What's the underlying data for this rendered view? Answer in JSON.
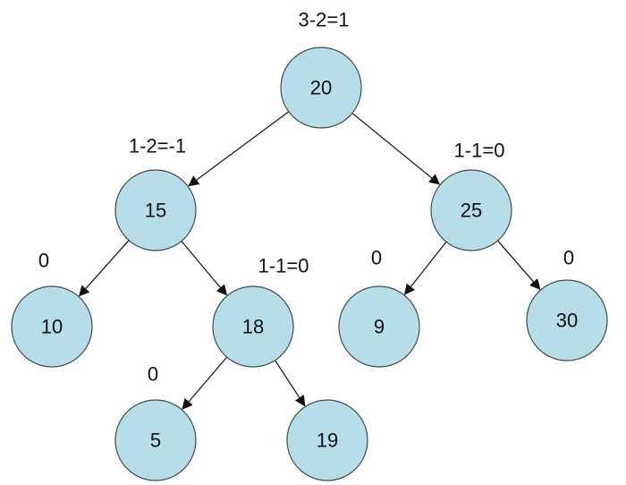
{
  "style": {
    "node_fill": "#b7dde8",
    "node_stroke": "#3f4a52",
    "edge_color": "#111111",
    "text_color": "#111111"
  },
  "nodes": [
    {
      "id": "n20",
      "value": "20",
      "balance": "3-2=1"
    },
    {
      "id": "n15",
      "value": "15",
      "balance": "1-2=-1"
    },
    {
      "id": "n25",
      "value": "25",
      "balance": "1-1=0"
    },
    {
      "id": "n10",
      "value": "10",
      "balance": "0"
    },
    {
      "id": "n18",
      "value": "18",
      "balance": "1-1=0"
    },
    {
      "id": "n9",
      "value": "9",
      "balance": "0"
    },
    {
      "id": "n30",
      "value": "30",
      "balance": "0"
    },
    {
      "id": "n5",
      "value": "5",
      "balance": "0"
    },
    {
      "id": "n19",
      "value": "19",
      "balance": ""
    }
  ],
  "edges": [
    {
      "from": "n20",
      "to": "n15"
    },
    {
      "from": "n20",
      "to": "n25"
    },
    {
      "from": "n15",
      "to": "n10"
    },
    {
      "from": "n15",
      "to": "n18"
    },
    {
      "from": "n25",
      "to": "n9"
    },
    {
      "from": "n25",
      "to": "n30"
    },
    {
      "from": "n18",
      "to": "n5"
    },
    {
      "from": "n18",
      "to": "n19"
    }
  ]
}
